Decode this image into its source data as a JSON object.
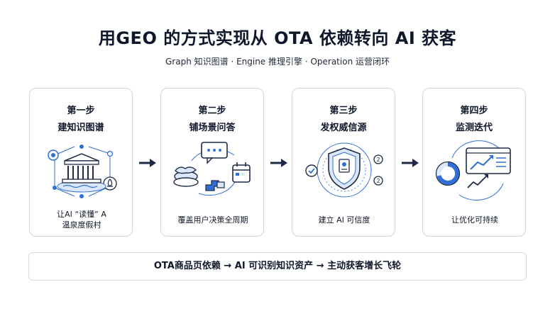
{
  "title": "用GEO 的方式实现从 OTA 依赖转向 AI 获客",
  "subtitle": "Graph 知识图谱 · Engine 推理引擎 · Operation 运营闭环",
  "steps": [
    {
      "step": "第一步",
      "name": "建知识图谱",
      "desc_line1": "让AI “读懂” A",
      "desc_line2": "温泉度假村"
    },
    {
      "step": "第二步",
      "name": "铺场景问答",
      "desc": "覆盖用户决策全周期"
    },
    {
      "step": "第三步",
      "name": "发权威信源",
      "desc": "建立 AI 可信度"
    },
    {
      "step": "第四步",
      "name": "监测迭代",
      "desc": "让优化可持续"
    }
  ],
  "flow": "OTA商品页依赖 → AI 可识别知识资产 → 主动获客增长飞轮",
  "badge_numbers": [
    "2",
    "2"
  ],
  "colors": {
    "accent": "#2f6fd6",
    "light_accent": "#dbe8fb",
    "dark": "#1f2a44",
    "border": "#cfd6e0"
  },
  "icons": [
    "knowledge-graph-temple-icon",
    "qa-chat-scene-icon",
    "authority-shield-icon",
    "monitor-dashboard-icon",
    "arrow-right-icon"
  ]
}
